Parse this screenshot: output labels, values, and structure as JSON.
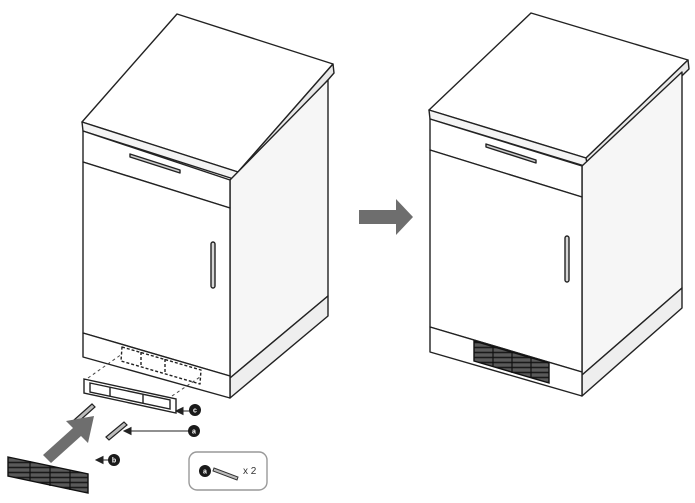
{
  "diagram": {
    "colors": {
      "line": "#222222",
      "face": "#ffffff",
      "side": "#f2f2f2",
      "arrow": "#6e6e6e",
      "grille": "#3a3a3a"
    },
    "callouts": {
      "grille_part": "b",
      "frame_part": "c",
      "screw_part": "a"
    },
    "parts_box": {
      "part": "a",
      "quantity": "x 2"
    }
  }
}
